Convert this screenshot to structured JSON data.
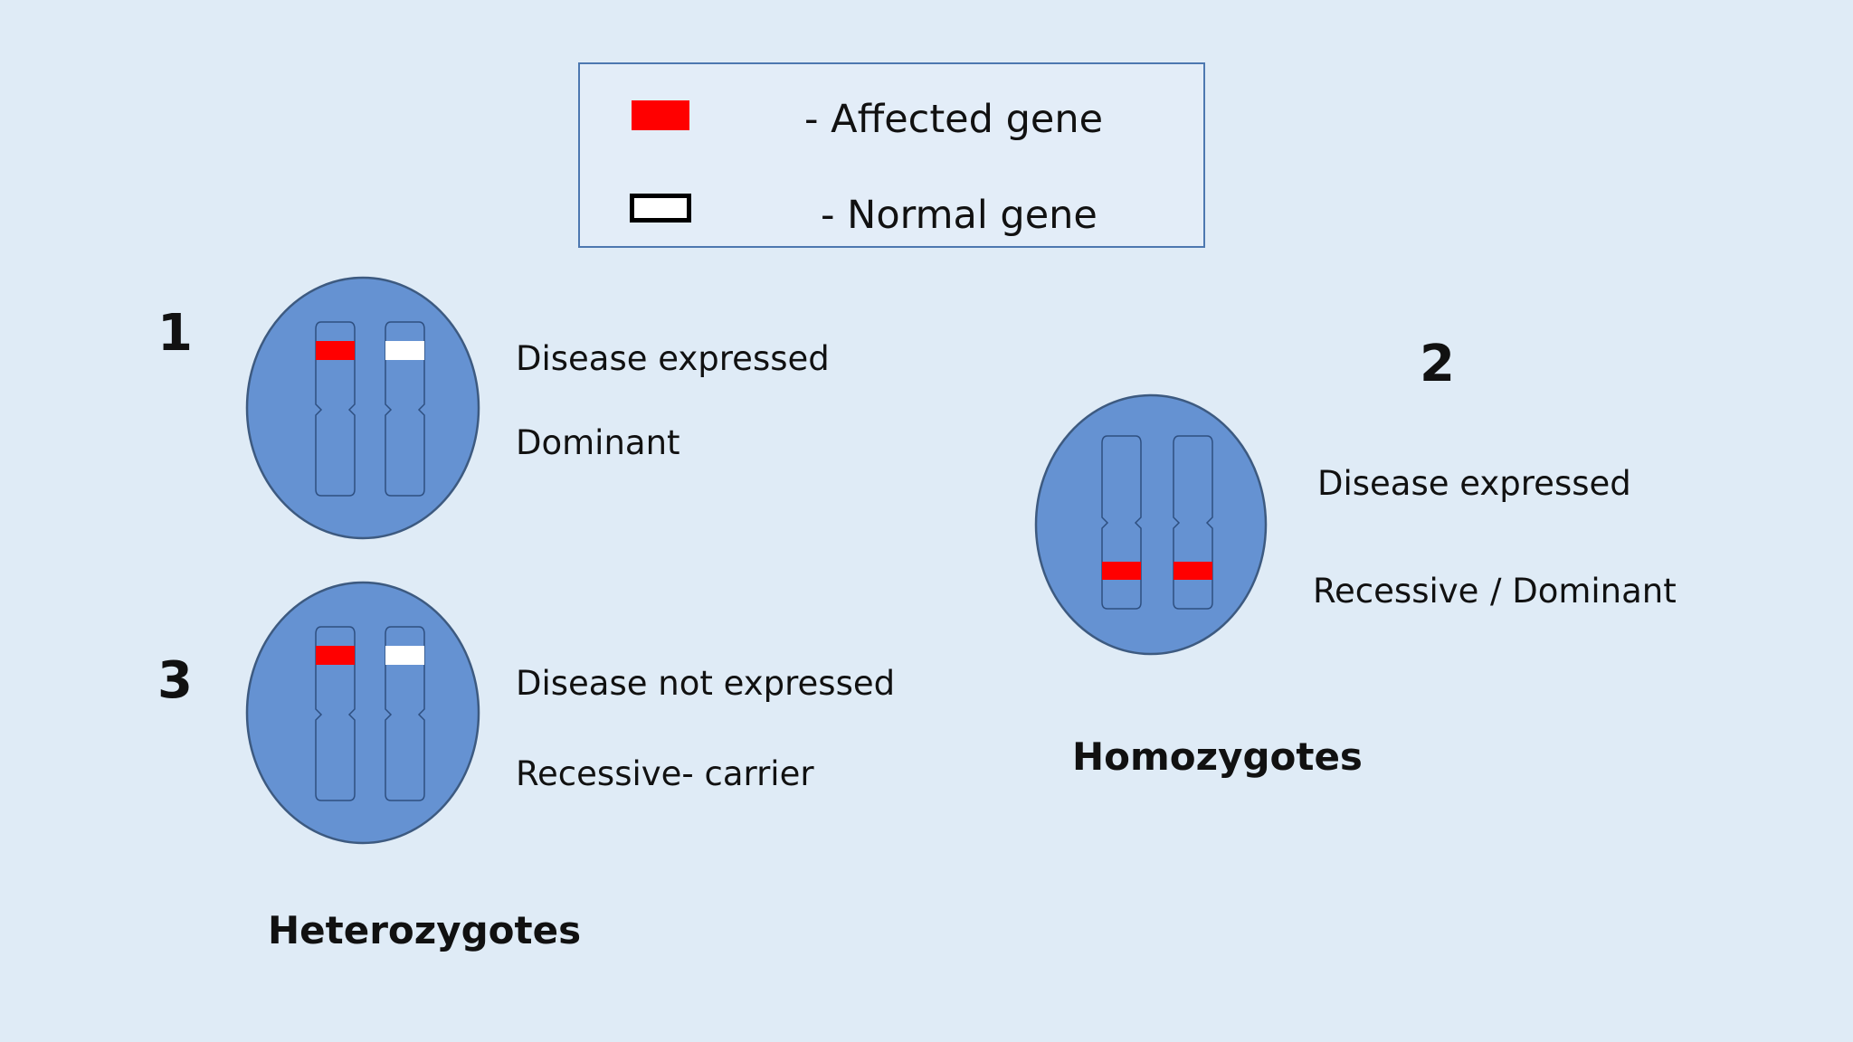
{
  "legend": {
    "affected_label": "- Affected gene",
    "normal_label": "- Normal gene",
    "affected_color": "#ff0000",
    "normal_color": "#ffffff"
  },
  "cells": {
    "cell1": {
      "number": "1",
      "line1": "Disease expressed",
      "line2": "Dominant"
    },
    "cell2": {
      "number": "2",
      "line1": "Disease expressed",
      "line2_a": "Recessive",
      "line2_b": "/ Dominant"
    },
    "cell3": {
      "number": "3",
      "line1": "Disease not expressed",
      "line2": "Recessive- carrier"
    }
  },
  "groups": {
    "heterozygotes": "Heterozygotes",
    "homozygotes": "Homozygotes"
  },
  "colors": {
    "background": "#dfebf6",
    "cell_fill": "#6592d2",
    "cell_stroke": "#3d5a80",
    "affected": "#ff0000",
    "normal": "#ffffff"
  }
}
